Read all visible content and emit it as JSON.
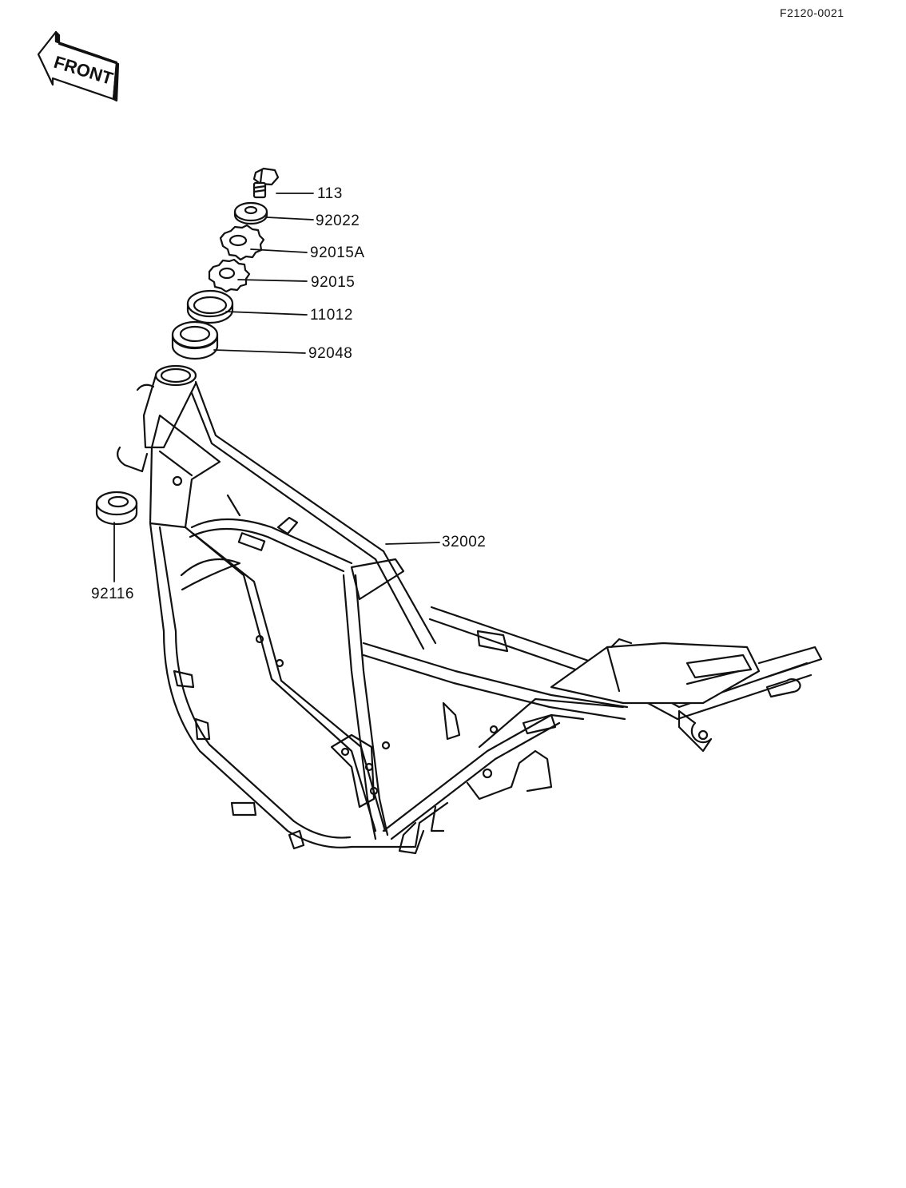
{
  "figure": {
    "id": "F2120-0021"
  },
  "front_badge": {
    "label": "FRONT"
  },
  "parts": [
    {
      "code": "113",
      "name": "bolt"
    },
    {
      "code": "92022",
      "name": "washer"
    },
    {
      "code": "92015A",
      "name": "lock-nut"
    },
    {
      "code": "92015",
      "name": "nut"
    },
    {
      "code": "11012",
      "name": "cap"
    },
    {
      "code": "92048",
      "name": "grommet"
    },
    {
      "code": "32002",
      "name": "frame"
    },
    {
      "code": "92116",
      "name": "damper"
    }
  ]
}
